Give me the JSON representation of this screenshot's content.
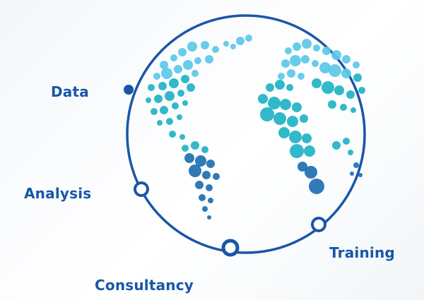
{
  "labels": {
    "data": "Data",
    "analysis": "Analysis",
    "consultancy": "Consultancy",
    "training": "Training"
  },
  "colors": {
    "ring": "#1a56a8",
    "label": "#1a56a8",
    "dot_light": "#5bc8e8",
    "dot_mid": "#1fb3c4",
    "dot_deep": "#1e6fb0",
    "node_fill": "#ffffff"
  },
  "icons": {
    "globe": "globe-icon"
  }
}
